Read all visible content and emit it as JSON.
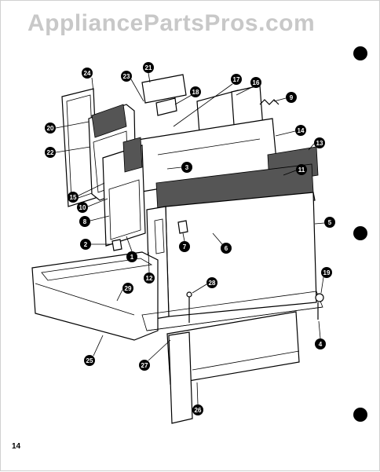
{
  "watermark": "AppliancePartsPros.com",
  "page_number": "14",
  "callouts": [
    "24",
    "21",
    "23",
    "18",
    "17",
    "16",
    "9",
    "20",
    "22",
    "14",
    "13",
    "3",
    "11",
    "15",
    "10",
    "8",
    "5",
    "2",
    "7",
    "6",
    "1",
    "12",
    "28",
    "19",
    "29",
    "4",
    "25",
    "27",
    "26"
  ]
}
